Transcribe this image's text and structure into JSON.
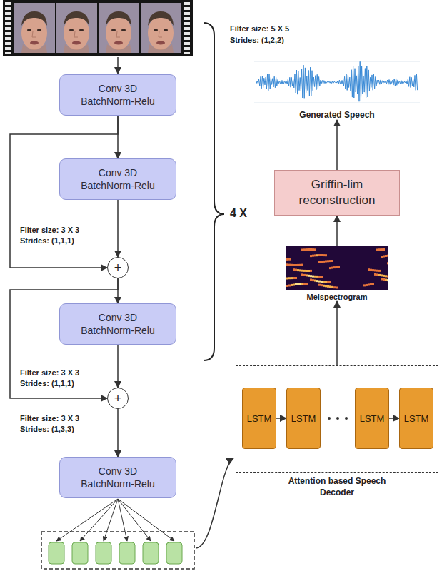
{
  "diagram": {
    "nodes": [
      {
        "text": [
          "Conv 3D BatchNorm-Relu"
        ]
      },
      {
        "text": [
          "Conv 3D BatchNorm-Relu"
        ]
      },
      {
        "text": [
          "+"
        ]
      },
      {
        "text": [
          "Conv 3D BatchNorm-Relu"
        ]
      },
      {
        "text": [
          "+"
        ]
      },
      {
        "text": [
          "Conv 3D BatchNorm-Relu"
        ]
      },
      {
        "text": [
          "Generated Speech"
        ]
      },
      {
        "text": [
          "Griffin-lim reconstruction"
        ]
      },
      {
        "text": [
          "Melspectrogram"
        ]
      },
      {
        "text": [
          "Attention based Speech Decoder"
        ]
      },
      {
        "text": [
          "LSTM"
        ],
        "in": 9
      },
      {
        "text": [
          "LSTM"
        ],
        "in": 9
      },
      {
        "text": [
          "LSTM"
        ],
        "in": 9
      },
      {
        "text": [
          "LSTM"
        ],
        "in": 9
      }
    ],
    "edges": [
      {
        "from": 0,
        "to": 1,
        "arrow": "to"
      },
      {
        "from": 1,
        "to": 2,
        "arrow": "to"
      },
      {
        "from": 0,
        "to": 2,
        "arrow": "to"
      },
      {
        "from": 2,
        "to": 3,
        "arrow": "to"
      },
      {
        "from": 3,
        "to": 4,
        "arrow": "to"
      },
      {
        "from": 2,
        "to": 4,
        "arrow": "to"
      },
      {
        "from": 4,
        "to": 5,
        "arrow": "to"
      },
      {
        "from": 9,
        "to": 8,
        "arrow": "to"
      },
      {
        "from": 8,
        "to": 7,
        "arrow": "to"
      },
      {
        "from": 7,
        "to": 6,
        "arrow": "to"
      },
      {
        "from": 10,
        "to": 11,
        "arrow": "to"
      },
      {
        "from": 12,
        "to": 13,
        "arrow": "to"
      }
    ],
    "labels": [
      "Filter size: 5 X 5",
      "Strides: (1,2,2)",
      "4 X",
      "Filter size: 3 X 3",
      "Strides: (1,1,1)",
      "Filter size: 3 X 3",
      "Strides: (1,1,1)",
      "Filter size: 3 X 3",
      "Strides: (1,3,3)"
    ]
  }
}
